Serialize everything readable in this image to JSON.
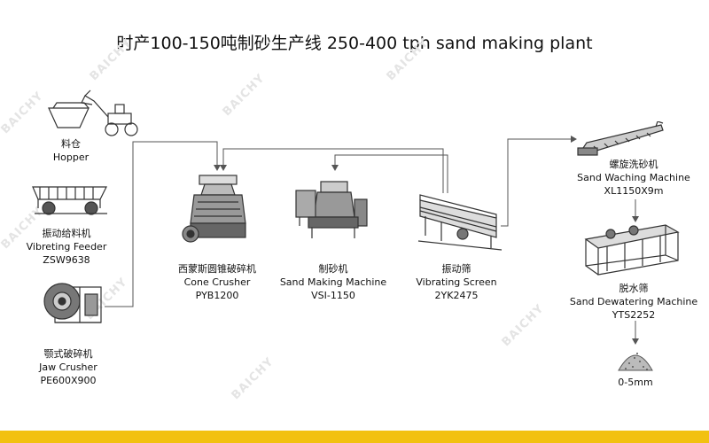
{
  "title": "时产100-150吨制砂生产线 250-400 tph sand making plant",
  "watermark": "BAICHY",
  "colors": {
    "accent": "#f2c110",
    "line": "#555555",
    "machine": "#333333"
  },
  "stages": {
    "hopper": {
      "zh": "料仓",
      "en": "Hopper",
      "model": ""
    },
    "feeder": {
      "zh": "振动给料机",
      "en": "Vibreting Feeder",
      "model": "ZSW9638"
    },
    "jaw": {
      "zh": "颚式破碎机",
      "en": "Jaw Crusher",
      "model": "PE600X900"
    },
    "cone": {
      "zh": "西蒙斯圆锥破碎机",
      "en": "Cone Crusher",
      "model": "PYB1200"
    },
    "sand_maker": {
      "zh": "制砂机",
      "en": "Sand Making Machine",
      "model": "VSI-1150"
    },
    "screen": {
      "zh": "振动筛",
      "en": "Vibrating Screen",
      "model": "2YK2475"
    },
    "washer": {
      "zh": "螺旋洗砂机",
      "en": "Sand Waching Machine",
      "model": "XL1150X9m"
    },
    "dewatering": {
      "zh": "脱水筛",
      "en": "Sand Dewatering Machine",
      "model": "YTS2252"
    },
    "output": {
      "label": "0-5mm"
    }
  }
}
